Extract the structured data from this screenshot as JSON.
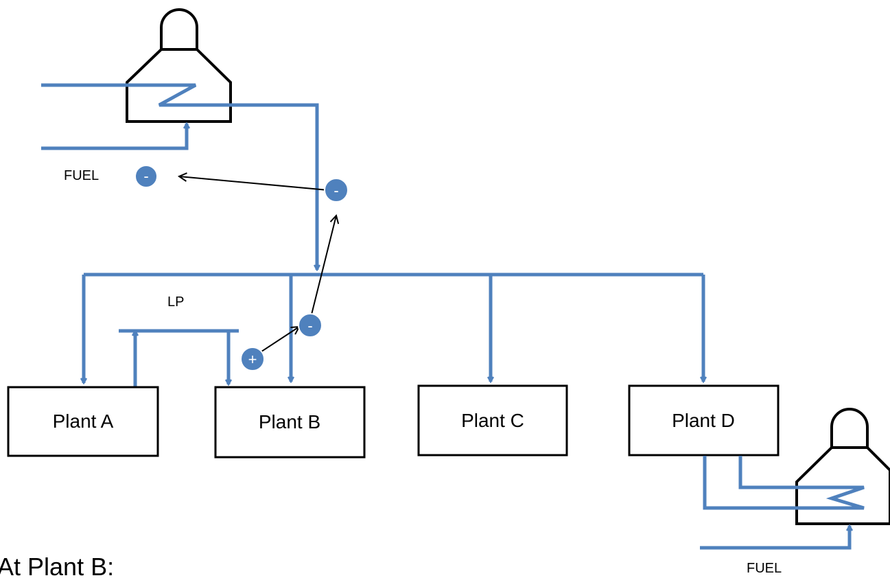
{
  "colors": {
    "pipe": "#4f81bd",
    "sign_fill": "#4f81bd",
    "outline": "#000000"
  },
  "labels": {
    "fuel_top": "FUEL",
    "fuel_bottom": "FUEL",
    "lp": "LP",
    "caption": "At Plant B:"
  },
  "plants": [
    {
      "label": "Plant A"
    },
    {
      "label": "Plant B"
    },
    {
      "label": "Plant C"
    },
    {
      "label": "Plant D"
    }
  ],
  "signs": {
    "fuel_control": "-",
    "header_pressure": "-",
    "plant_b_control": "-",
    "lp_input": "+"
  },
  "icons": [
    "boiler-icon",
    "boiler-icon"
  ]
}
